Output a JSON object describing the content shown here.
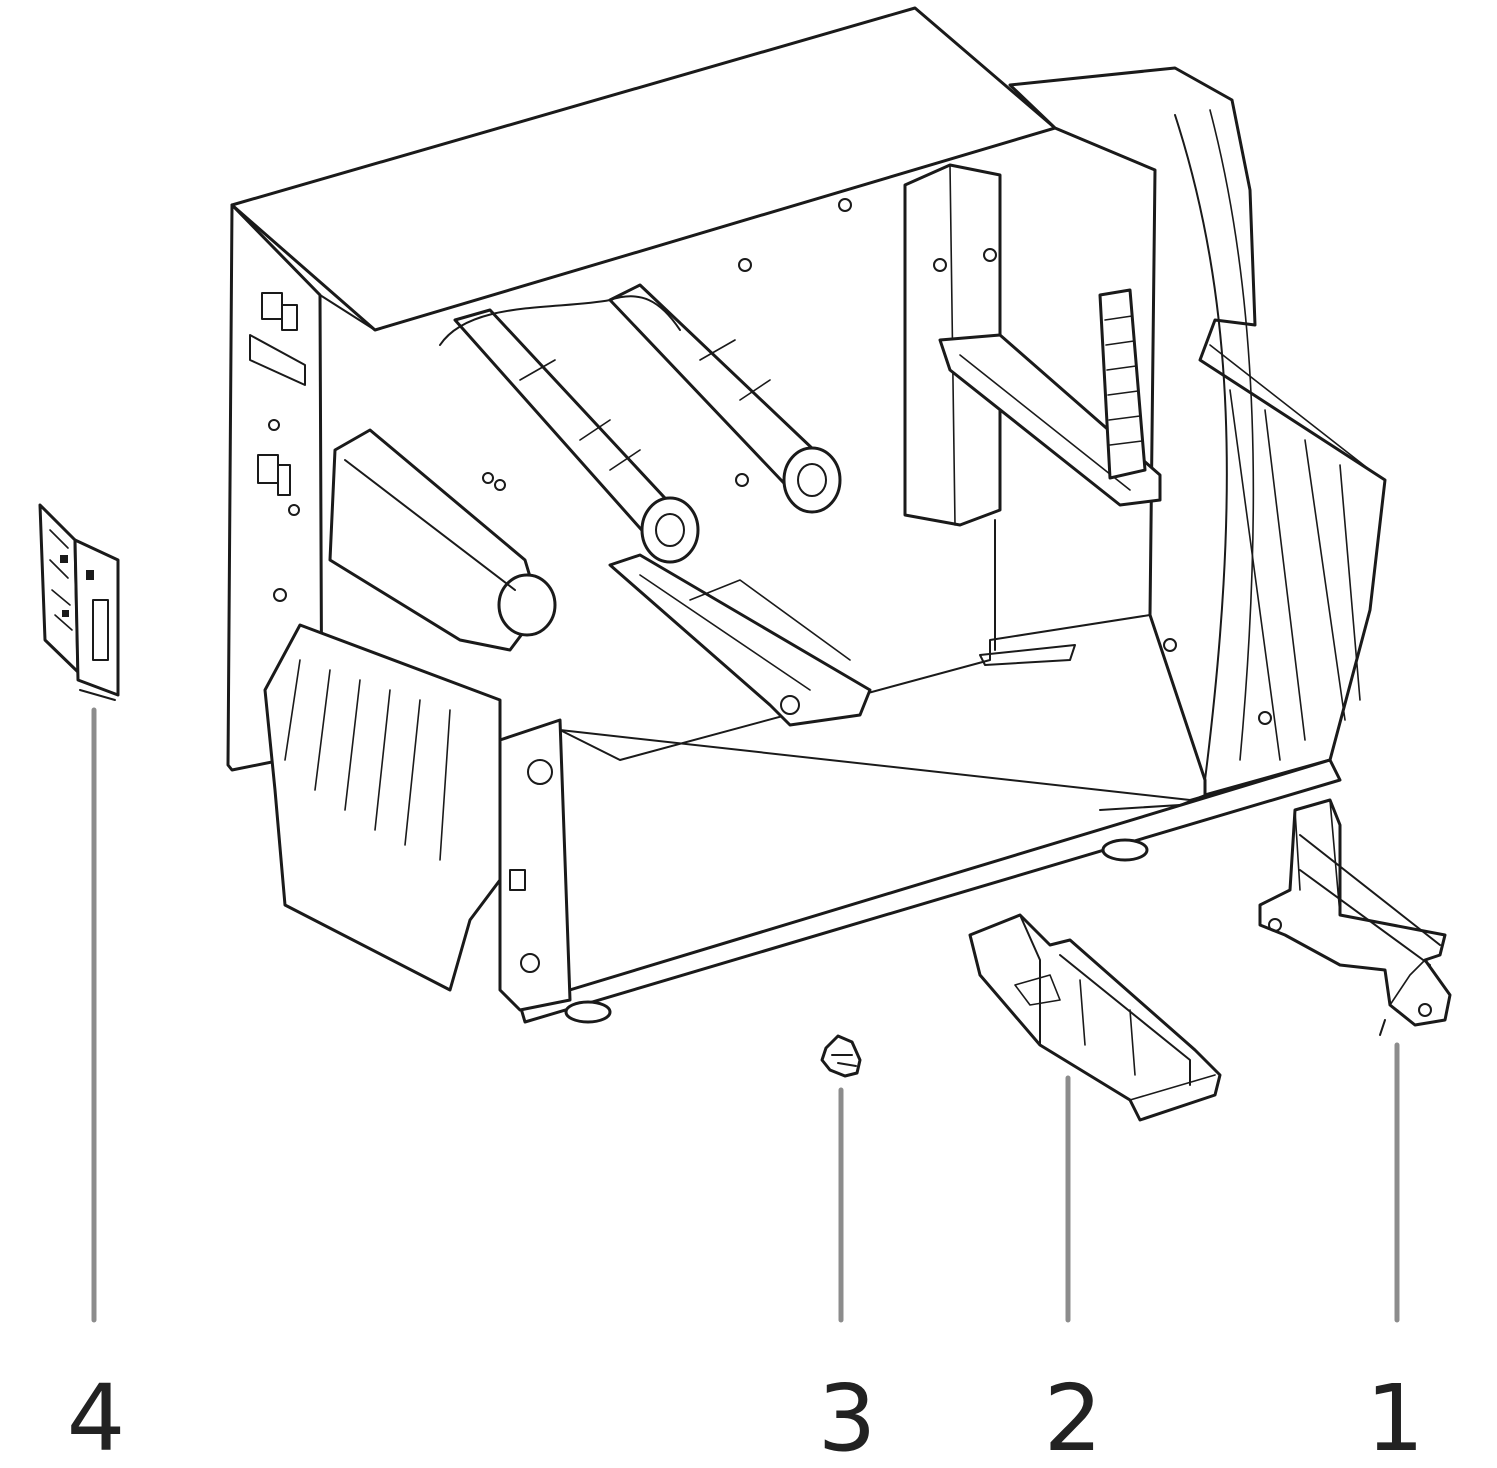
{
  "colors": {
    "line": "#1a1a1a",
    "leader": "#8c8c8c",
    "label": "#222222",
    "background": "#ffffff"
  },
  "callouts": [
    {
      "id": "callout-1",
      "label": "1"
    },
    {
      "id": "callout-2",
      "label": "2"
    },
    {
      "id": "callout-3",
      "label": "3"
    },
    {
      "id": "callout-4",
      "label": "4"
    }
  ]
}
